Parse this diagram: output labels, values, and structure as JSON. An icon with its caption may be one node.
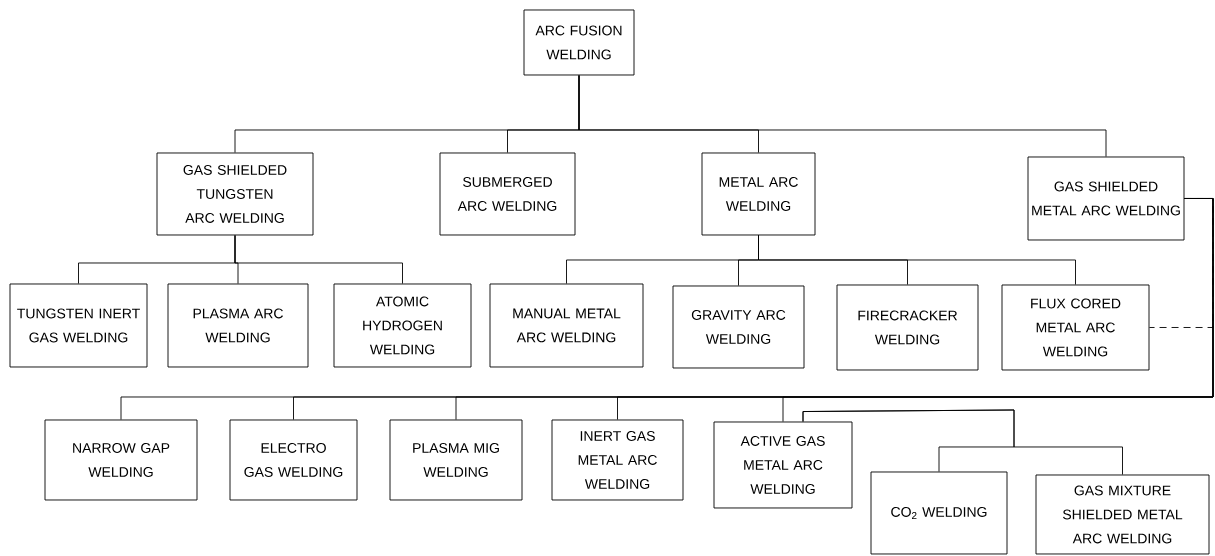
{
  "diagram": {
    "nodes": [
      {
        "text": [
          "ARC FUSION WELDING"
        ]
      },
      {
        "text": [
          "GAS SHIELDED TUNGSTEN ARC WELDING"
        ]
      },
      {
        "text": [
          "SUBMERGED ARC WELDING"
        ]
      },
      {
        "text": [
          "METAL ARC WELDING"
        ]
      },
      {
        "text": [
          "GAS SHIELDED METAL ARC WELDING"
        ]
      },
      {
        "text": [
          "TUNGSTEN INERT GAS WELDING"
        ]
      },
      {
        "text": [
          "PLASMA ARC WELDING"
        ]
      },
      {
        "text": [
          "ATOMIC HYDROGEN WELDING"
        ]
      },
      {
        "text": [
          "MANUAL METAL ARC WELDING"
        ]
      },
      {
        "text": [
          "GRAVITY ARC WELDING"
        ]
      },
      {
        "text": [
          "FIRECRACKER WELDING"
        ]
      },
      {
        "text": [
          "FLUX CORED METAL ARC WELDING"
        ]
      },
      {
        "text": [
          "NARROW GAP WELDING"
        ]
      },
      {
        "text": [
          "ELECTRO GAS WELDING"
        ]
      },
      {
        "text": [
          "PLASMA MIG WELDING"
        ]
      },
      {
        "text": [
          "INERT GAS METAL ARC WELDING"
        ]
      },
      {
        "text": [
          "ACTIVE GAS METAL ARC WELDING"
        ]
      },
      {
        "text": [
          "CO$_{2}$ WELDING"
        ]
      },
      {
        "text": [
          "GAS MIXTURE SHIELDED METAL ARC WELDING"
        ]
      }
    ],
    "edges": [
      {
        "from": 0,
        "to": 1,
        "arrow": "none"
      },
      {
        "from": 0,
        "to": 2,
        "arrow": "none"
      },
      {
        "from": 0,
        "to": 3,
        "arrow": "none"
      },
      {
        "from": 0,
        "to": 4,
        "arrow": "none"
      },
      {
        "from": 1,
        "to": 5,
        "arrow": "none"
      },
      {
        "from": 1,
        "to": 6,
        "arrow": "none"
      },
      {
        "from": 1,
        "to": 7,
        "arrow": "none"
      },
      {
        "from": 3,
        "to": 8,
        "arrow": "none"
      },
      {
        "from": 3,
        "to": 9,
        "arrow": "none"
      },
      {
        "from": 3,
        "to": 10,
        "arrow": "none"
      },
      {
        "from": 3,
        "to": 11,
        "arrow": "none"
      },
      {
        "from": 4,
        "to": 11,
        "arrow": "none",
        "style": "dashed"
      },
      {
        "from": 4,
        "to": 12,
        "arrow": "none"
      },
      {
        "from": 4,
        "to": 13,
        "arrow": "none"
      },
      {
        "from": 4,
        "to": 14,
        "arrow": "none"
      },
      {
        "from": 4,
        "to": 15,
        "arrow": "none"
      },
      {
        "from": 4,
        "to": 16,
        "arrow": "none"
      },
      {
        "from": 16,
        "to": 17,
        "arrow": "none"
      },
      {
        "from": 16,
        "to": 18,
        "arrow": "none"
      }
    ]
  }
}
